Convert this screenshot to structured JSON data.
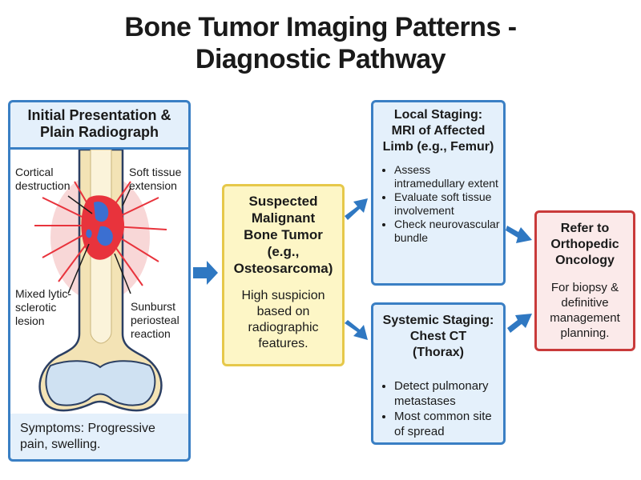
{
  "title_line1": "Bone Tumor Imaging Patterns -",
  "title_line2": "Diagnostic Pathway",
  "initial": {
    "heading": "Initial Presentation &\nPlain Radiograph",
    "labels": {
      "cortical": "Cortical\ndestruction",
      "soft_tissue": "Soft tissue\nextension",
      "mixed": "Mixed lytic-\nsclerotic\nlesion",
      "sunburst": "Sunburst\nperiosteal\nreaction"
    },
    "symptoms": "Symptoms: Progressive\npain, swelling."
  },
  "suspected": {
    "heading": "Suspected\nMalignant\nBone Tumor\n(e.g.,\nOsteosarcoma)",
    "body": "High suspicion\nbased on\nradiographic\nfeatures."
  },
  "local": {
    "heading": "Local Staging:\nMRI of Affected\nLimb (e.g., Femur)",
    "bullets": [
      "Assess intramedullary extent",
      "Evaluate soft tissue involvement",
      "Check neurovascular bundle"
    ]
  },
  "systemic": {
    "heading": "Systemic Staging:\nChest CT\n(Thorax)",
    "bullets": [
      "Detect pulmonary metastases",
      "Most common site of spread"
    ]
  },
  "refer": {
    "heading": "Refer to\nOrthopedic\nOncology",
    "body": "For biopsy &\ndefinitive\nmanagement\nplanning."
  },
  "colors": {
    "blue_border": "#3a7fc4",
    "yellow_border": "#e6c84a",
    "red_border": "#c93a3a",
    "arrow": "#2f78c2",
    "bone": "#f3e3b5",
    "lesion_red": "#e8333c",
    "lesion_blue": "#3b6fd1"
  }
}
